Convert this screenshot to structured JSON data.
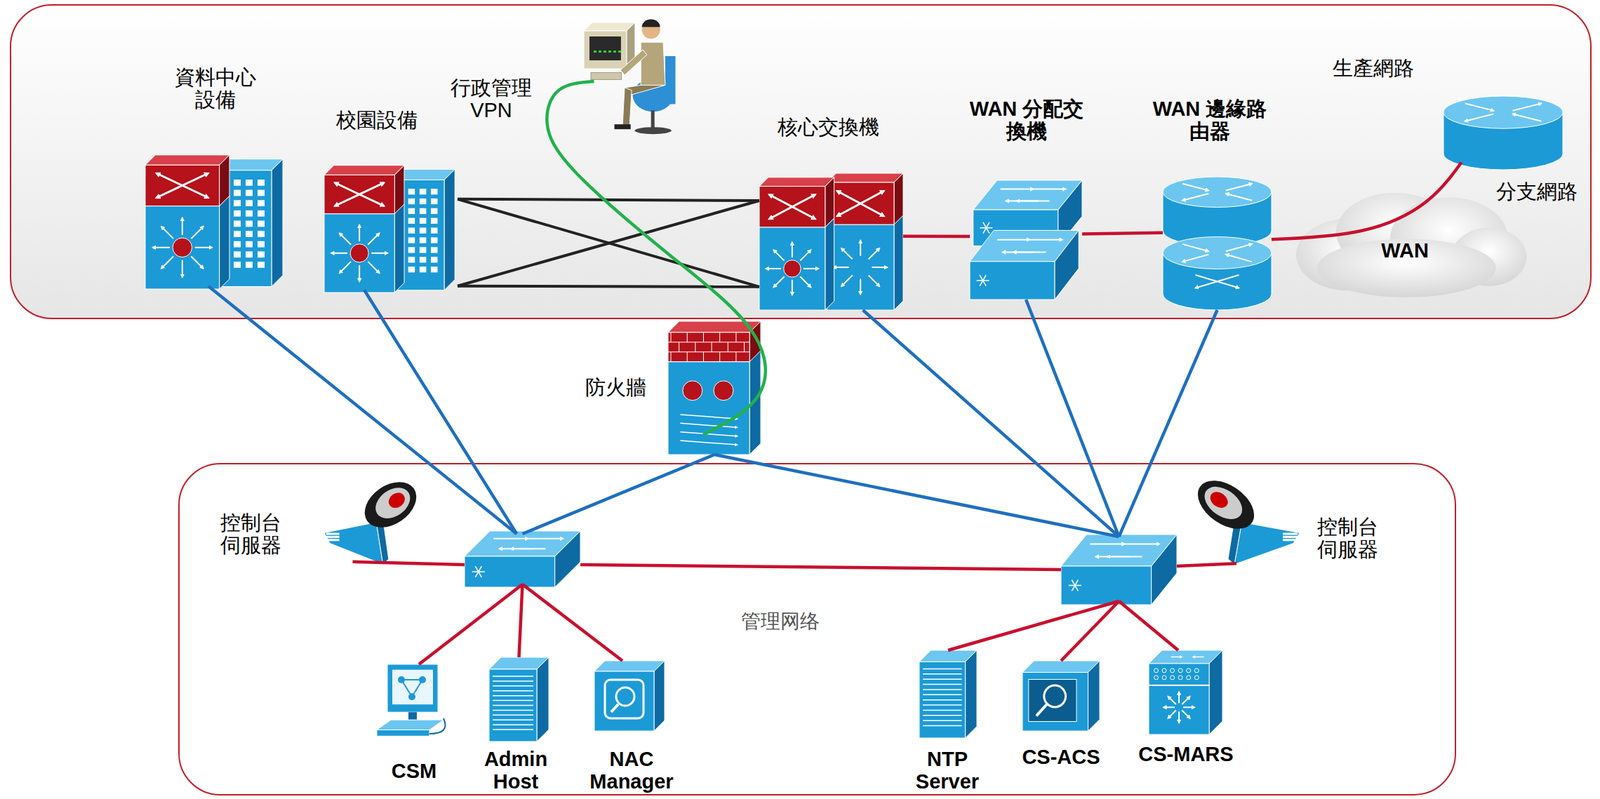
{
  "diagram": {
    "nodes": [
      {
        "text": [
          "生產網路"
        ]
      },
      {
        "text": [
          "資料中心 設備"
        ],
        "in": 0
      },
      {
        "text": [
          "校園設備"
        ],
        "in": 0
      },
      {
        "text": [
          "核心交換機"
        ],
        "in": 0
      },
      {
        "text": [
          "WAN 分配交換機"
        ],
        "in": 0
      },
      {
        "text": [
          "WAN 邊緣路由器"
        ],
        "in": 0
      },
      {
        "text": [
          "分支網路"
        ],
        "in": 0
      },
      {
        "text": [
          "WAN"
        ],
        "in": 0
      },
      {
        "text": [
          "行政管理 VPN"
        ],
        "in": 0
      },
      {
        "text": [
          "防火牆"
        ]
      },
      {
        "text": [
          "管理网络"
        ]
      },
      {
        "text": [],
        "in": 10
      },
      {
        "text": [
          "控制台 伺服器"
        ],
        "in": 10
      },
      {
        "text": [
          "CSM"
        ],
        "in": 10
      },
      {
        "text": [
          "Admin Host"
        ],
        "in": 10
      },
      {
        "text": [
          "NAC Manager"
        ],
        "in": 10
      },
      {
        "text": [],
        "in": 10
      },
      {
        "text": [
          "控制台 伺服器"
        ],
        "in": 10
      },
      {
        "text": [
          "NTP Server"
        ],
        "in": 10
      },
      {
        "text": [
          "CS-ACS"
        ],
        "in": 10
      },
      {
        "text": [
          "CS-MARS"
        ],
        "in": 10
      }
    ],
    "edges": [
      {
        "from": 2,
        "to": 3,
        "arrow": "none"
      },
      {
        "from": 2,
        "to": 3,
        "arrow": "none"
      },
      {
        "from": 2,
        "to": 3,
        "arrow": "none"
      },
      {
        "from": 2,
        "to": 3,
        "arrow": "none"
      },
      {
        "from": 3,
        "to": 4,
        "arrow": "none"
      },
      {
        "from": 4,
        "to": 5,
        "arrow": "none"
      },
      {
        "from": 5,
        "to": 6,
        "arrow": "none"
      },
      {
        "from": 1,
        "to": 11,
        "arrow": "none"
      },
      {
        "from": 2,
        "to": 11,
        "arrow": "none"
      },
      {
        "from": 9,
        "to": 11,
        "arrow": "none"
      },
      {
        "from": 9,
        "to": 16,
        "arrow": "none"
      },
      {
        "from": 3,
        "to": 16,
        "arrow": "none"
      },
      {
        "from": 4,
        "to": 16,
        "arrow": "none"
      },
      {
        "from": 5,
        "to": 16,
        "arrow": "none"
      },
      {
        "from": 11,
        "to": 16,
        "arrow": "none"
      },
      {
        "from": 11,
        "to": 12,
        "arrow": "none"
      },
      {
        "from": 11,
        "to": 13,
        "arrow": "none"
      },
      {
        "from": 11,
        "to": 14,
        "arrow": "none"
      },
      {
        "from": 11,
        "to": 15,
        "arrow": "none"
      },
      {
        "from": 16,
        "to": 17,
        "arrow": "none"
      },
      {
        "from": 16,
        "to": 18,
        "arrow": "none"
      },
      {
        "from": 16,
        "to": 19,
        "arrow": "none"
      },
      {
        "from": 16,
        "to": 20,
        "arrow": "none"
      },
      {
        "from": 8,
        "to": 9,
        "arrow": "none"
      }
    ]
  }
}
